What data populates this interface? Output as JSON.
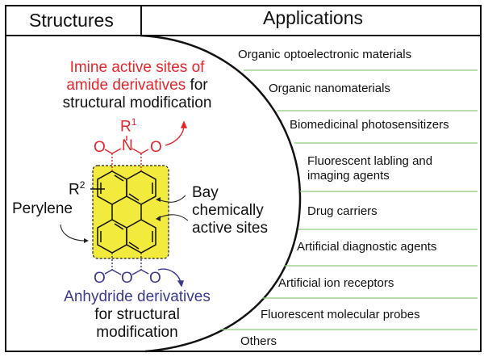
{
  "header": {
    "left_title": "Structures",
    "right_title": "Applications"
  },
  "structure": {
    "imine_label_red_line1": "Imine active sites of",
    "imine_label_red_line2": "amide derivatives",
    "imine_label_black_suffix": " for",
    "imine_label_line3": "structural modification",
    "perylene_label": "Perylene",
    "bay_label_line1": "Bay",
    "bay_label_line2": "chemically",
    "bay_label_line3": "active sites",
    "anhydride_label_blue": "Anhydride derivatives",
    "anhydride_label_line2": "for structural",
    "anhydride_label_line3": "modification",
    "atoms": {
      "r1": "R",
      "r1_sup": "1",
      "n": "N",
      "o": "O",
      "r2": "R",
      "r2_sup": "2"
    }
  },
  "applications": [
    {
      "label": "Organic optoelectronic materials"
    },
    {
      "label": "Organic nanomaterials"
    },
    {
      "label": "Biomedicinal photosensitizers"
    },
    {
      "label": "Fluorescent labling and",
      "label2": "imaging agents"
    },
    {
      "label": "Drug carriers"
    },
    {
      "label": "Artificial diagnostic agents"
    },
    {
      "label": "Artificial ion receptors"
    },
    {
      "label": "Fluorescent molecular probes"
    },
    {
      "label": "Others"
    }
  ],
  "colors": {
    "imine": "#e3262b",
    "anhydride": "#3b3a8e",
    "highlight": "#f2ea3c",
    "separator": "#8cc97a"
  }
}
